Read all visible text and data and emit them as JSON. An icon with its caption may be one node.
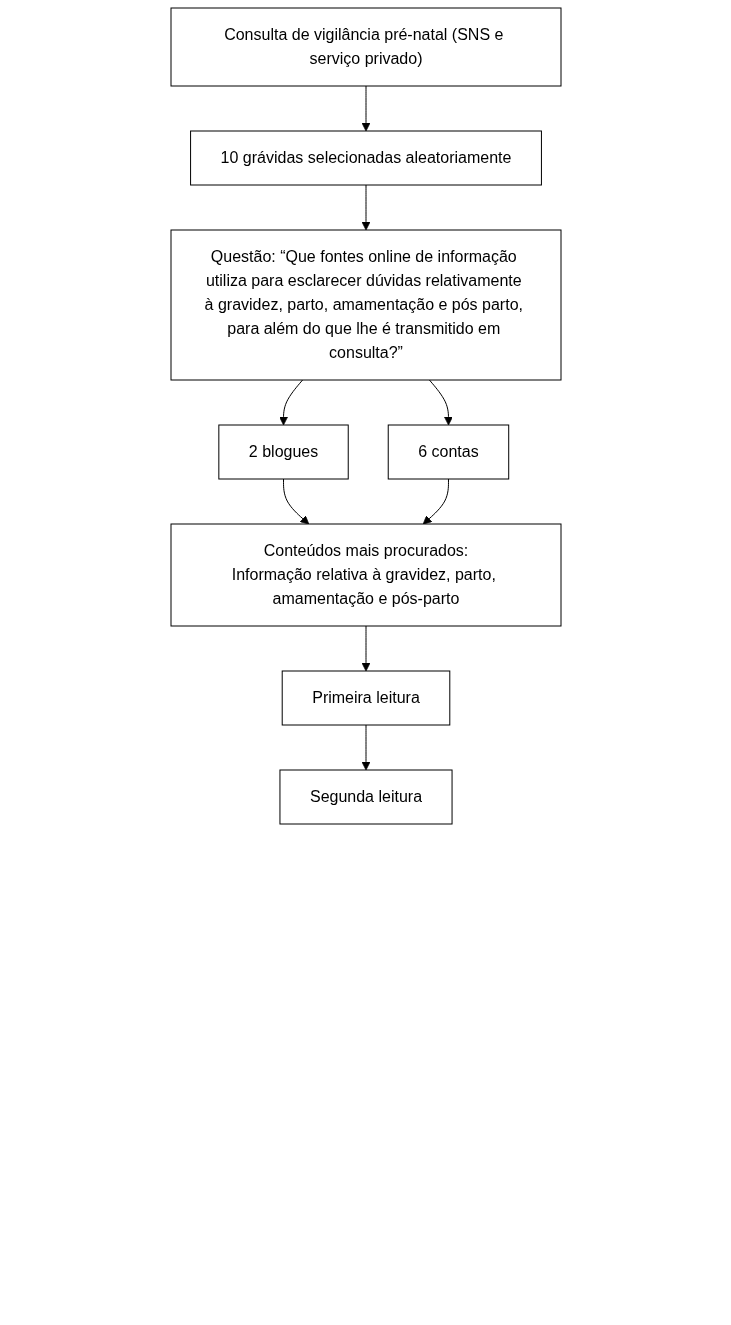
{
  "diagram": {
    "nodes": [
      {
        "text": [
          "Consulta de vigilância pré-natal (SNS e serviço privado)"
        ]
      },
      {
        "text": [
          "10 grávidas selecionadas aleatoriamente"
        ]
      },
      {
        "text": [
          "Questão: “Que fontes online de informação utiliza para esclarecer dúvidas relativamente à gravidez, parto, amamentação e pós parto, para além do que lhe é transmitido em consulta?”"
        ]
      },
      {
        "text": [
          "2 blogues"
        ]
      },
      {
        "text": [
          "6 contas"
        ]
      },
      {
        "text": [
          "Conteúdos mais procurados:",
          "Informação relativa à gravidez, parto, amamentação e pós-parto"
        ]
      },
      {
        "text": [
          "Primeira leitura"
        ]
      },
      {
        "text": [
          "Segunda leitura"
        ]
      }
    ],
    "edges": [
      {
        "from": 0,
        "to": 1,
        "arrow": "to"
      },
      {
        "from": 1,
        "to": 2,
        "arrow": "to"
      },
      {
        "from": 2,
        "to": 3,
        "arrow": "to"
      },
      {
        "from": 2,
        "to": 4,
        "arrow": "to"
      },
      {
        "from": 3,
        "to": 5,
        "arrow": "to"
      },
      {
        "from": 4,
        "to": 5,
        "arrow": "to"
      },
      {
        "from": 5,
        "to": 6,
        "arrow": "to"
      },
      {
        "from": 6,
        "to": 7,
        "arrow": "to"
      }
    ]
  }
}
